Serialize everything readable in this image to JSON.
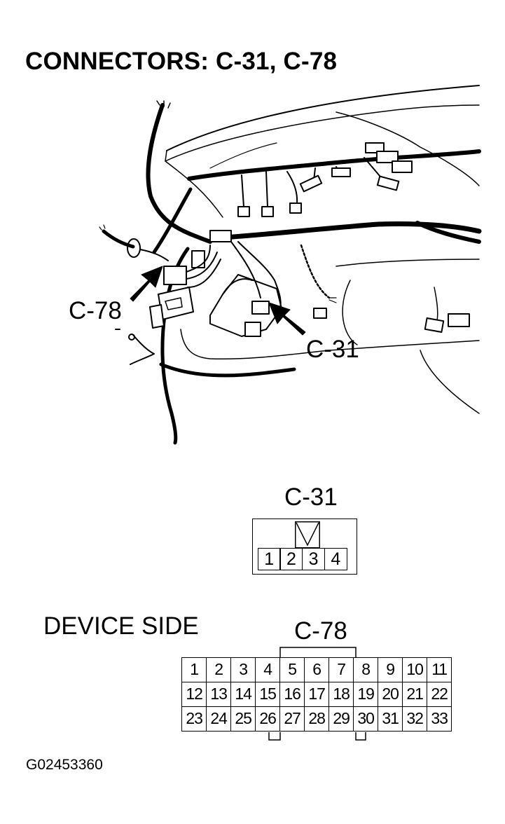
{
  "title": "CONNECTORS: C-31, C-78",
  "callouts": {
    "c78": "C-78",
    "c31": "C-31"
  },
  "connector_c31": {
    "label": "C-31",
    "pins": [
      "1",
      "2",
      "3",
      "4"
    ]
  },
  "device_side_label": "DEVICE SIDE",
  "connector_c78": {
    "label": "C-78",
    "pins": [
      "1",
      "2",
      "3",
      "4",
      "5",
      "6",
      "7",
      "8",
      "9",
      "10",
      "11",
      "12",
      "13",
      "14",
      "15",
      "16",
      "17",
      "18",
      "19",
      "20",
      "21",
      "22",
      "23",
      "24",
      "25",
      "26",
      "27",
      "28",
      "29",
      "30",
      "31",
      "32",
      "33"
    ]
  },
  "figure_code": "G02453360"
}
